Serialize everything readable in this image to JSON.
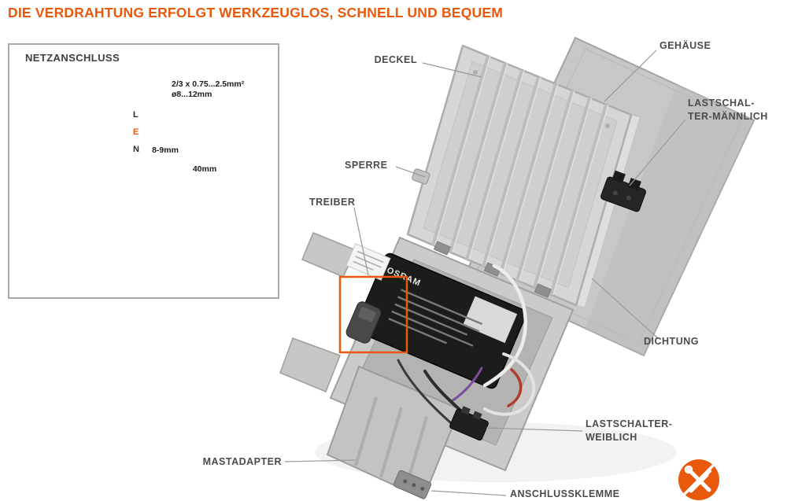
{
  "title": "DIE VERDRAHTUNG ERFOLGT WERKZEUGLOS, SCHNELL UND BEQUEM",
  "colors": {
    "accent": "#E8590C",
    "label": "#4B4B4B",
    "leader": "#999999"
  },
  "inset": {
    "title": "NETZANSCHLUSS",
    "terminals": {
      "l": "L",
      "e": "E",
      "n": "N"
    },
    "wire_spec": "2/3 x 0.75...2.5mm²",
    "wire_diameter": "ø8...12mm",
    "strip_length": "8-9mm",
    "cable_length": "40mm"
  },
  "callouts": {
    "deckel": "DECKEL",
    "gehaeuse": "GEHÄUSE",
    "lastschalter_maennlich_line1": "LASTSCHAL-",
    "lastschalter_maennlich_line2": "TER-MÄNNLICH",
    "sperre": "SPERRE",
    "treiber": "TREIBER",
    "dichtung": "DICHTUNG",
    "lastschalter_weiblich_line1": "LASTSCHALTER-",
    "lastschalter_weiblich_line2": "WEIBLICH",
    "mastadapter": "MASTADAPTER",
    "anschlussklemme": "ANSCHLUSSKLEMME"
  },
  "photo": {
    "driver_brand": "OSRAM"
  }
}
